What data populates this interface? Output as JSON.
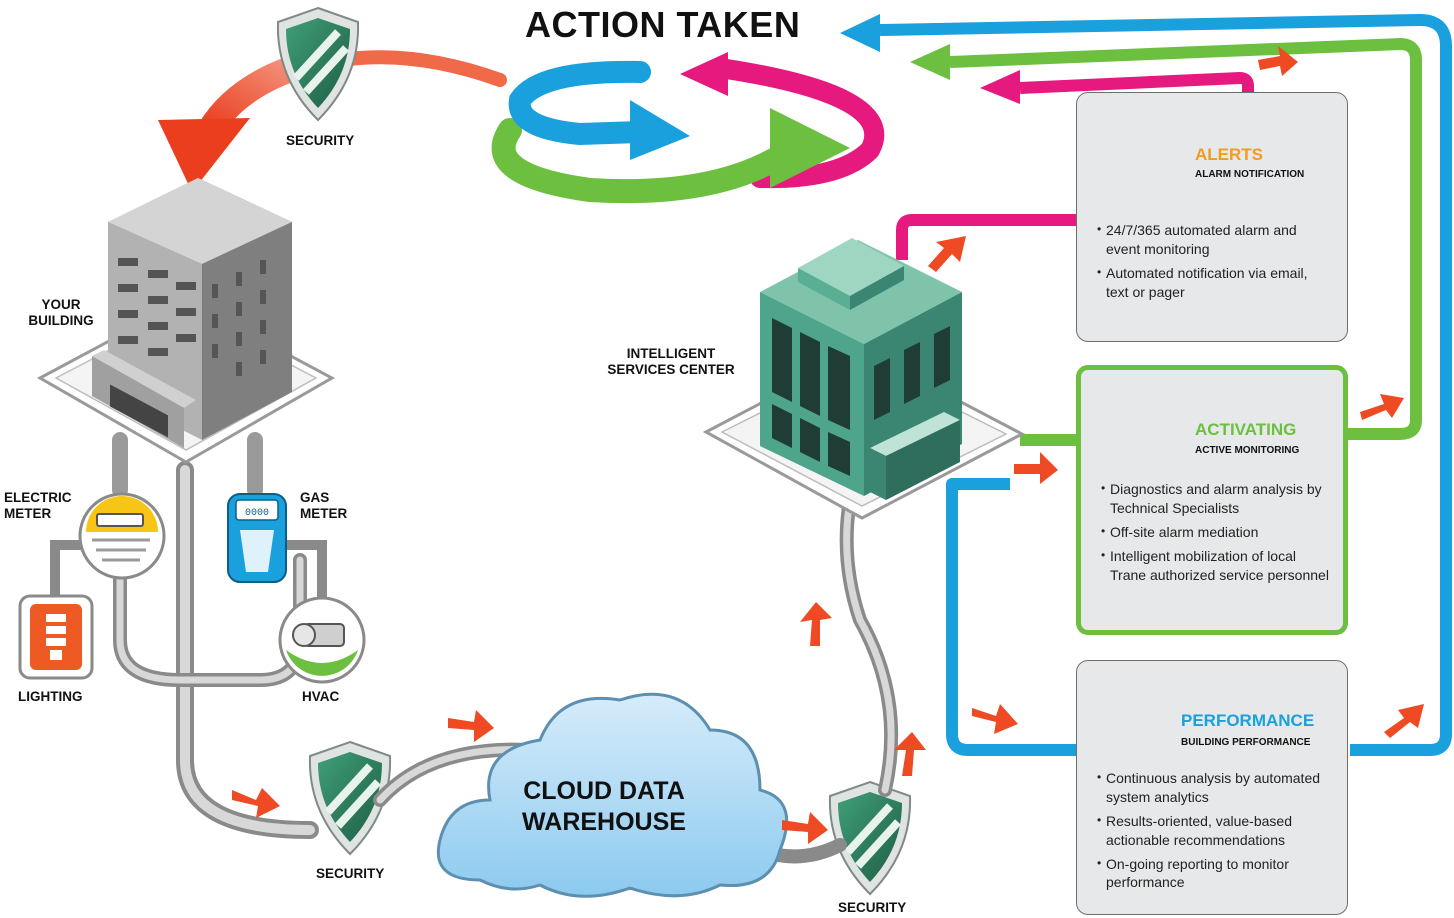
{
  "header": {
    "title": "ACTION TAKEN"
  },
  "labels": {
    "security_top": "SECURITY",
    "your_building": "YOUR BUILDING",
    "electric_meter": "ELECTRIC METER",
    "gas_meter": "GAS METER",
    "gas_meter_display": "0000",
    "lighting": "LIGHTING",
    "hvac": "HVAC",
    "intelligent_services_center": "INTELLIGENT SERVICES CENTER",
    "cloud_data_warehouse": "CLOUD DATA WAREHOUSE",
    "security_bottom_left": "SECURITY",
    "security_bottom_right": "SECURITY"
  },
  "cards": [
    {
      "title": "ALERTS",
      "subtitle": "ALARM NOTIFICATION",
      "title_color": "#f39a1f",
      "icon": "alarm-light-icon",
      "bullets": [
        "24/7/365 automated alarm and event monitoring",
        "Automated notification via email, text or pager"
      ]
    },
    {
      "title": "ACTIVATING",
      "subtitle": "ACTIVE MONITORING",
      "title_color": "#6cbf3f",
      "icon": "radar-icon",
      "bullets": [
        "Diagnostics and alarm analysis by Technical Specialists",
        "Off-site alarm mediation",
        "Intelligent mobilization of local Trane authorized service personnel"
      ]
    },
    {
      "title": "PERFORMANCE",
      "subtitle": "BUILDING PERFORMANCE",
      "title_color": "#1aa0dc",
      "icon": "gauge-icon",
      "bullets": [
        "Continuous analysis by automated system analytics",
        "Results-oriented, value-based actionable recommendations",
        "On-going reporting to monitor performance"
      ]
    }
  ],
  "colors": {
    "blue": "#1aa0dc",
    "green": "#6cbf3f",
    "magenta": "#e6197e",
    "orange_red": "#ee4a24",
    "alert_orange": "#f39a1f",
    "shield_green": "#2e7d5e",
    "building_teal": "#4fa58c",
    "cloud_blue": "#9fd2f0"
  }
}
